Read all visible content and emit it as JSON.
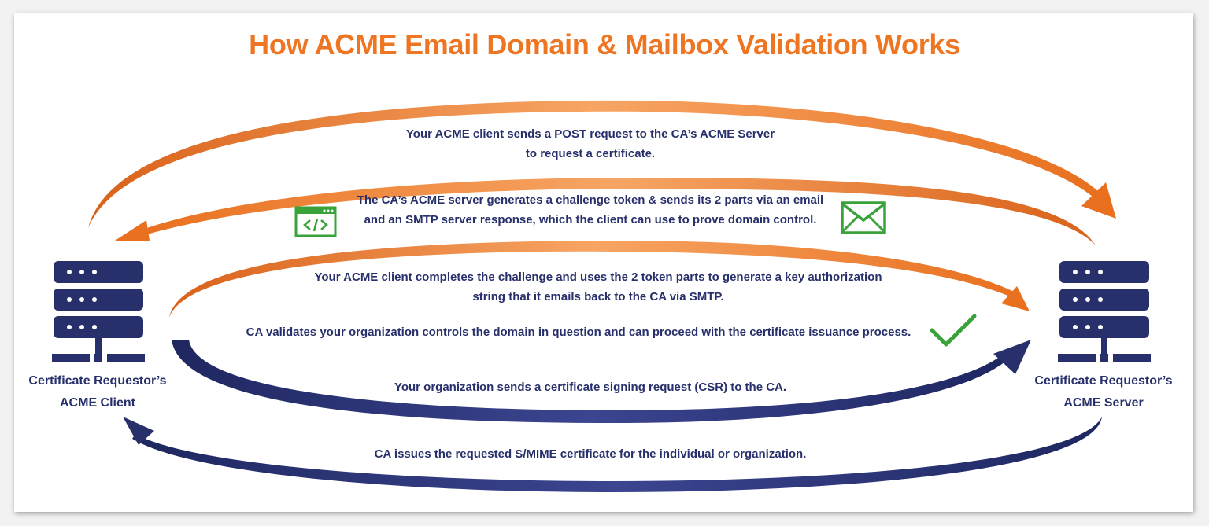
{
  "title": "How ACME Email Domain & Mailbox Validation Works",
  "nodes": {
    "client": {
      "line1": "Certificate Requestor’s",
      "line2": "ACME Client"
    },
    "server": {
      "line1": "Certificate Requestor’s",
      "line2": "ACME Server"
    }
  },
  "steps": [
    {
      "line1": "Your ACME client sends a POST request to the CA’s ACME Server",
      "line2": "to request a certificate."
    },
    {
      "line1": "The CA’s ACME server generates a challenge token & sends its 2 parts via an email",
      "line2": "and an SMTP server response, which the client can use to prove domain control."
    },
    {
      "line1": "Your ACME client completes the challenge and uses the 2 token parts to generate a key authorization",
      "line2": "string that it emails back to the CA via SMTP."
    },
    {
      "line1": "CA validates your organization controls the domain in question and can proceed with the certificate issuance process."
    },
    {
      "line1": "Your organization sends a certificate signing request (CSR) to the CA."
    },
    {
      "line1": "CA issues the requested S/MIME certificate for the individual or organization."
    }
  ],
  "colors": {
    "orange": "#ee7623",
    "navy": "#27306b",
    "green": "#3aa23a"
  },
  "icons": [
    "code-window-icon",
    "envelope-icon",
    "checkmark-icon",
    "server-rack-icon"
  ]
}
